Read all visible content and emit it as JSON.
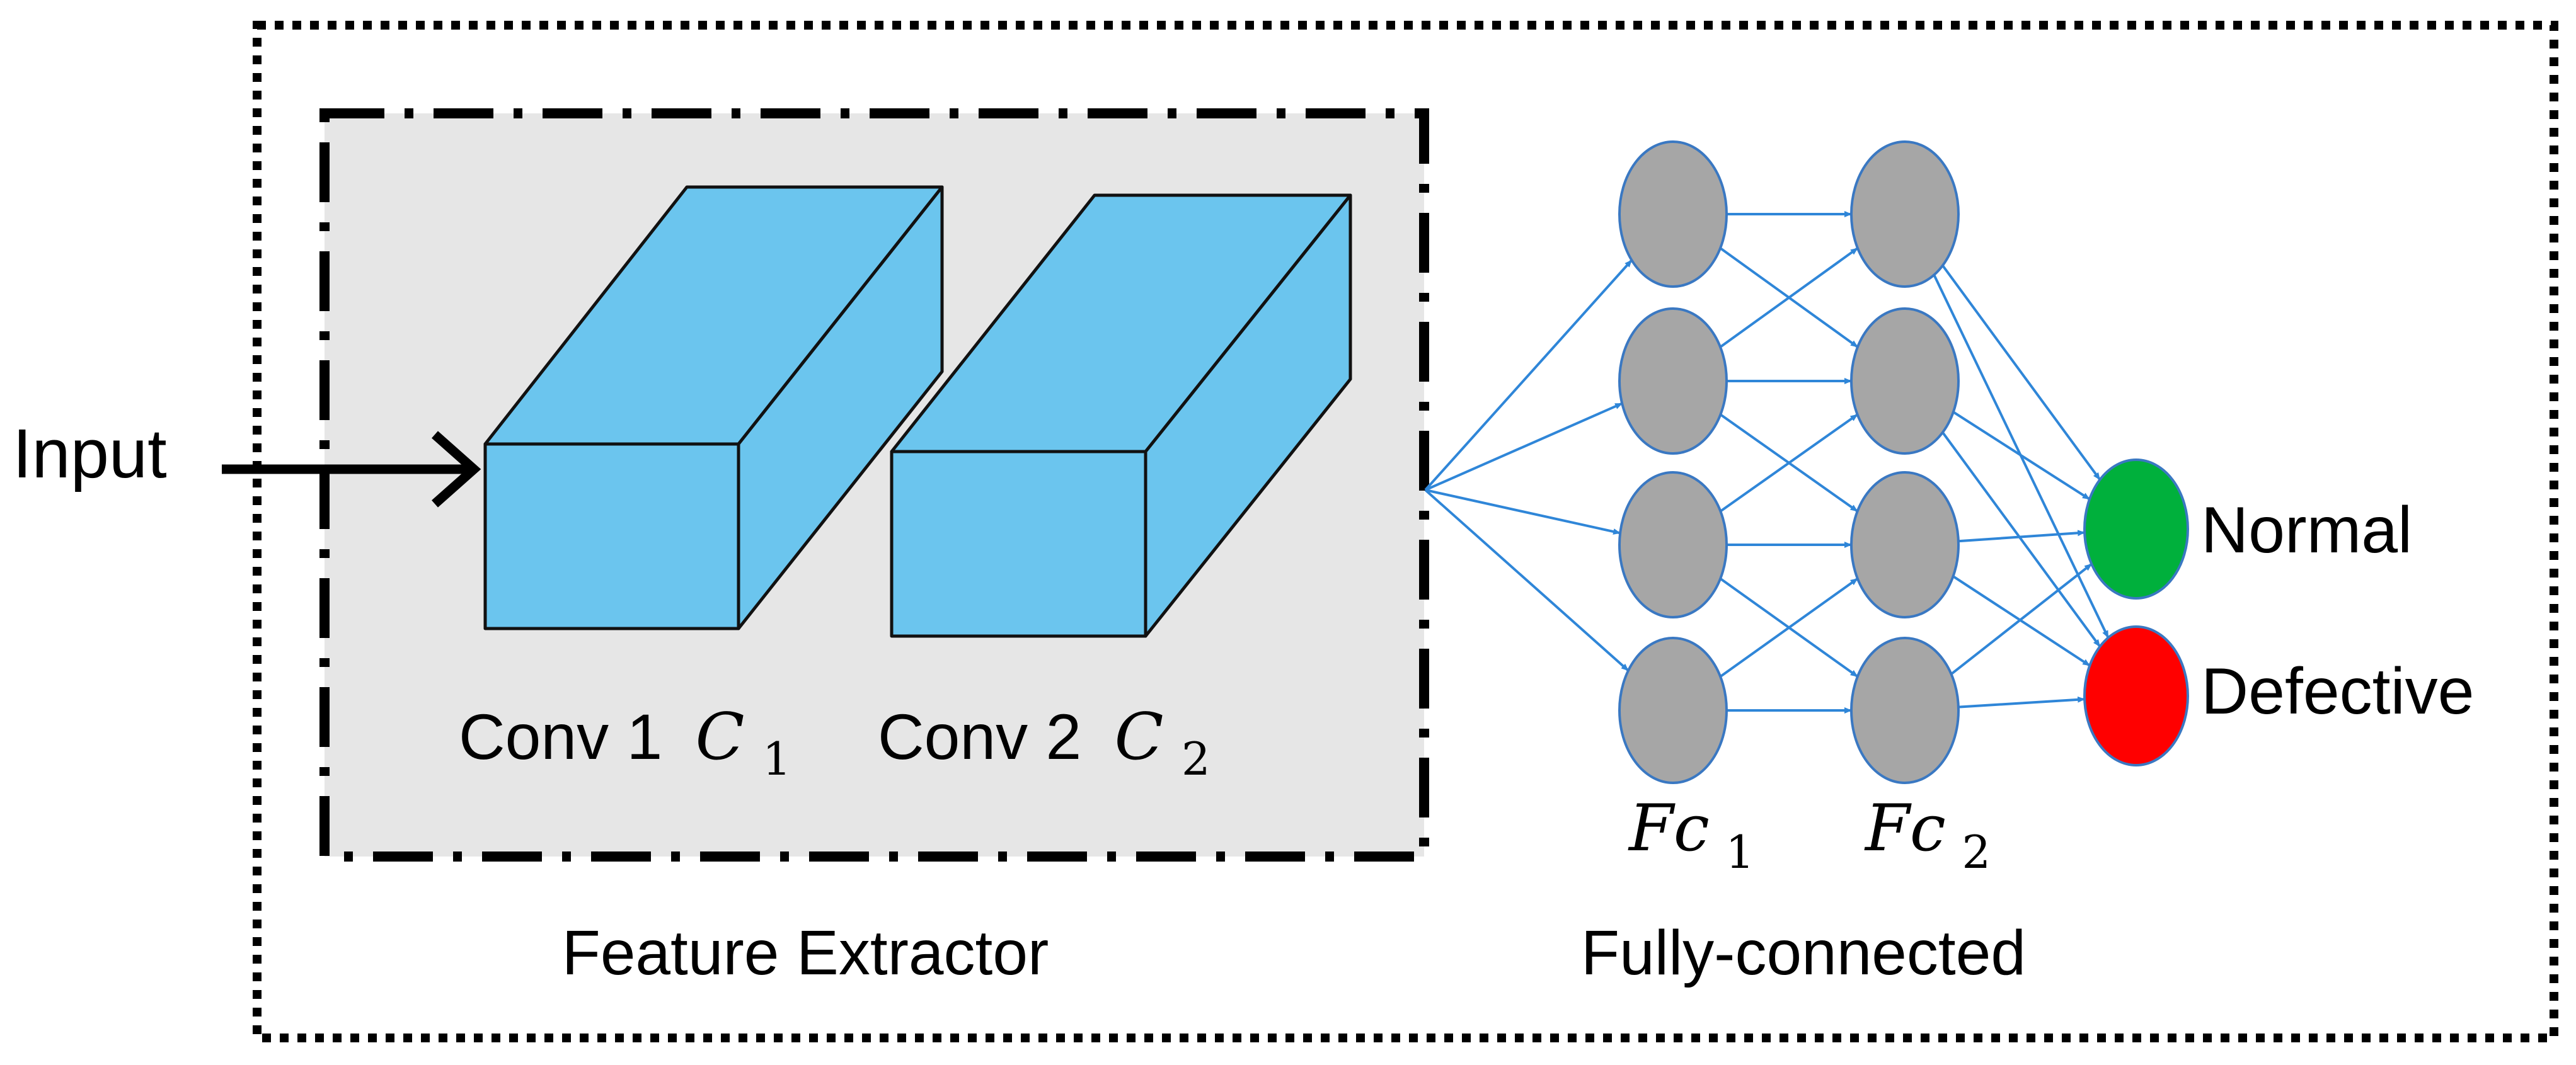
{
  "labels": {
    "input": "Input",
    "conv1_prefix": "Conv 1",
    "conv1_symbol": "C",
    "conv1_sub": "1",
    "conv2_prefix": "Conv 2",
    "conv2_symbol": "C",
    "conv2_sub": "2",
    "fc1_symbol": "Fc",
    "fc1_sub": "1",
    "fc2_symbol": "Fc",
    "fc2_sub": "2",
    "normal": "Normal",
    "defective": "Defective",
    "feature_extractor": "Feature Extractor",
    "fully_connected": "Fully-connected"
  },
  "colors": {
    "block_fill": "#6bc5ee",
    "neuron_fill": "#a6a6a6",
    "neuron_stroke": "#3a78c2",
    "connection": "#2f86d8",
    "normal_fill": "#00b03c",
    "defective_fill": "#ff0000",
    "extractor_bg": "#e6e6e6"
  },
  "network": {
    "layers": [
      "fc1",
      "fc2",
      "output"
    ],
    "fc1_neurons": 4,
    "fc2_neurons": 4,
    "output_neurons": [
      "normal",
      "defective"
    ]
  }
}
